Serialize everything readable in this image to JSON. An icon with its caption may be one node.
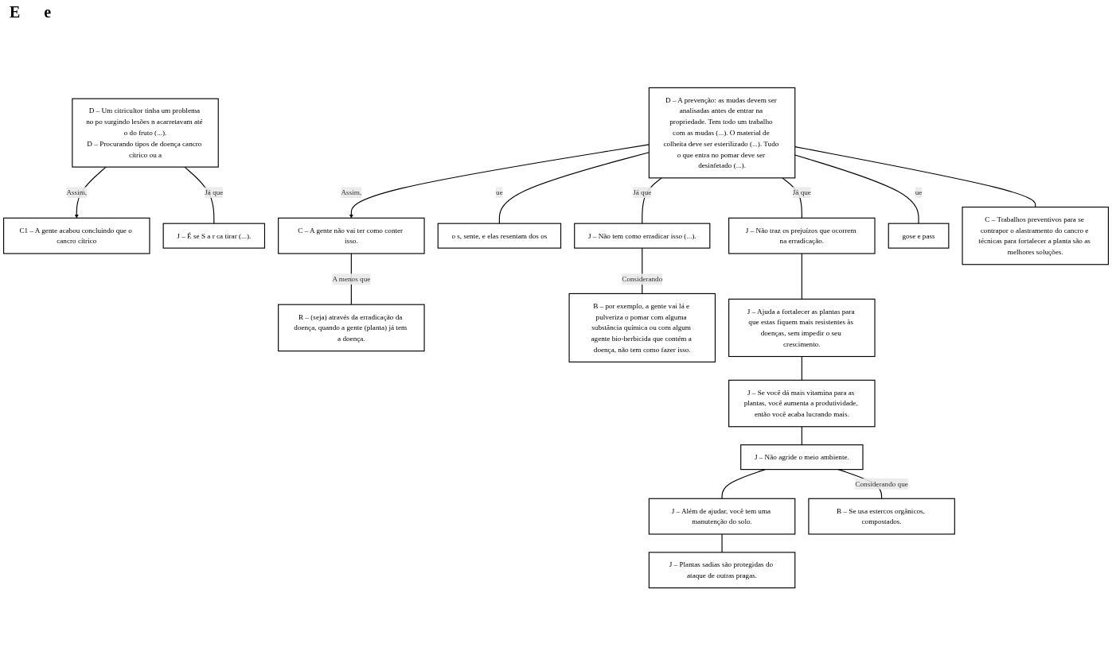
{
  "diagram": {
    "nodes": [
      {
        "text": [
          "D – Um citricultor tinha um problema no po surgindo lesões n acarretavam até o do fruto (...).",
          "D – Procurando tipos de doença cancro cítrico ou a"
        ]
      },
      {
        "text": [
          "D – A prevenção: as mudas devem ser analisadas antes de entrar na propriedade. Tem todo um trabalho com as mudas (...). O material de colheita deve ser esterilizado (...). Tudo o que entra no pomar deve ser desinfetado (...)."
        ]
      },
      {
        "text": [
          "C1 – A gente acabou concluindo que o cancro cítrico"
        ]
      },
      {
        "text": [
          "C – A gente não vai ter como conter isso."
        ]
      },
      {
        "text": [
          "o s, sente, e elas resentam dos os"
        ]
      },
      {
        "text": [
          "J – É se S a r ca tirar (...)."
        ]
      },
      {
        "text": [
          "J – Não tem como erradicar isso (...)."
        ]
      },
      {
        "text": [
          "J – Não traz os prejuízos que ocorrem na erradicação."
        ]
      },
      {
        "text": [
          "gose e pass"
        ]
      },
      {
        "text": [
          "J – Ajuda a fortalecer as plantas para que estas fiquem mais resistentes às doenças, sem impedir o seu crescimento."
        ]
      },
      {
        "text": [
          "R – (seja) através da erradicação da doença, quando a gente (planta) já tem a doença."
        ]
      },
      {
        "text": [
          "B – por exemplo, a gente vai lá e pulveriza o pomar com alguma substância química ou com algum agente bio-herbicida que contém a doença, não tem como fazer isso."
        ]
      },
      {
        "text": [
          "J – Se você dá mais vitamina para as plantas, você aumenta a produtividade, então você acaba lucrando mais."
        ]
      },
      {
        "text": [
          "C – Trabalhos preventivos para se contrapor o alastramento do cancro e técnicas para fortalecer a planta são as melhores soluções."
        ]
      },
      {
        "text": [
          "J – Não agride o meio ambiente."
        ]
      },
      {
        "text": [
          "B – Se usa estercos orgânicos, compostados."
        ]
      },
      {
        "text": [
          "J – Além de ajudar, você tem uma manutenção do solo."
        ]
      },
      {
        "text": [
          "J – Plantas sadias são protegidas do ataque de outras pragas."
        ]
      }
    ],
    "edges": [
      {
        "from": 0,
        "to": 2,
        "arrow": "to",
        "label": "Assim,"
      },
      {
        "from": 1,
        "to": 3,
        "arrow": "to",
        "label": "Assim,"
      },
      {
        "from": 0,
        "to": 5,
        "arrow": "none",
        "label": "Já que"
      },
      {
        "from": 1,
        "to": 4,
        "arrow": "none",
        "label": "ue"
      },
      {
        "from": 1,
        "to": 6,
        "arrow": "none",
        "label": "Já que"
      },
      {
        "from": 1,
        "to": 7,
        "arrow": "none",
        "label": "Já que"
      },
      {
        "from": 1,
        "to": 8,
        "arrow": "none",
        "label": "ue"
      },
      {
        "from": 6,
        "to": 11,
        "arrow": "none",
        "label": "Considerando"
      },
      {
        "from": 7,
        "to": 9,
        "arrow": "none"
      },
      {
        "from": 9,
        "to": 12,
        "arrow": "none"
      },
      {
        "from": 12,
        "to": 14,
        "arrow": "none"
      },
      {
        "from": 14,
        "to": 16,
        "arrow": "none"
      },
      {
        "from": 16,
        "to": 17,
        "arrow": "none"
      },
      {
        "from": 14,
        "to": 15,
        "arrow": "none",
        "label": "Considerando que"
      },
      {
        "from": 3,
        "to": 10,
        "arrow": "none",
        "label": "A menos que"
      },
      {
        "from": 1,
        "to": 13,
        "arrow": "none"
      }
    ],
    "labels": [
      "E",
      "e"
    ]
  }
}
